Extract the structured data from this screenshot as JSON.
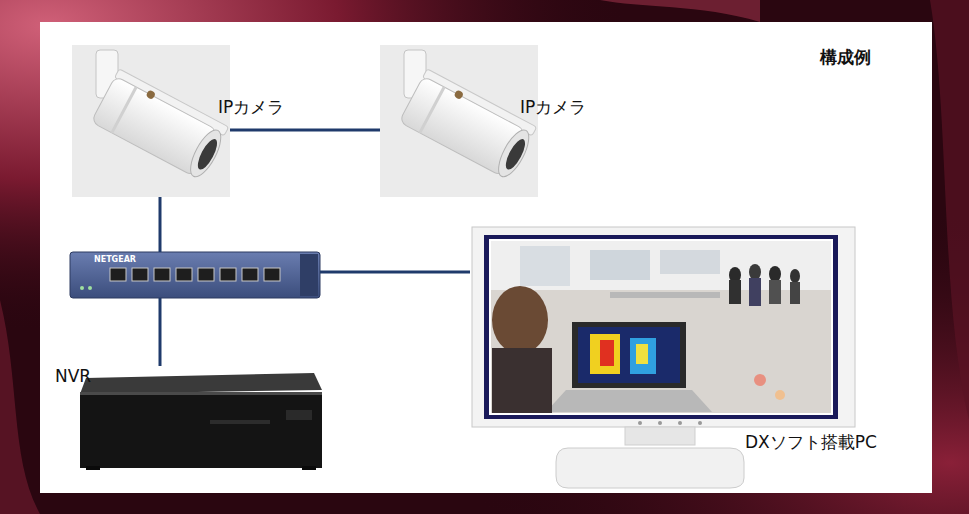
{
  "diagram": {
    "title": "構成例",
    "nodes": [
      {
        "text": [
          "IPカメラ"
        ]
      },
      {
        "text": [
          "IPカメラ"
        ]
      },
      {
        "text": [
          "NETGEAR"
        ]
      },
      {
        "text": [
          "NVR"
        ]
      },
      {
        "text": [
          "DXソフト搭載PC"
        ]
      }
    ],
    "edges": [
      {
        "from": 0,
        "to": 1,
        "arrow": "none"
      },
      {
        "from": 0,
        "to": 2,
        "arrow": "none"
      },
      {
        "from": 2,
        "to": 3,
        "arrow": "none"
      },
      {
        "from": 2,
        "to": 4,
        "arrow": "none"
      }
    ]
  }
}
